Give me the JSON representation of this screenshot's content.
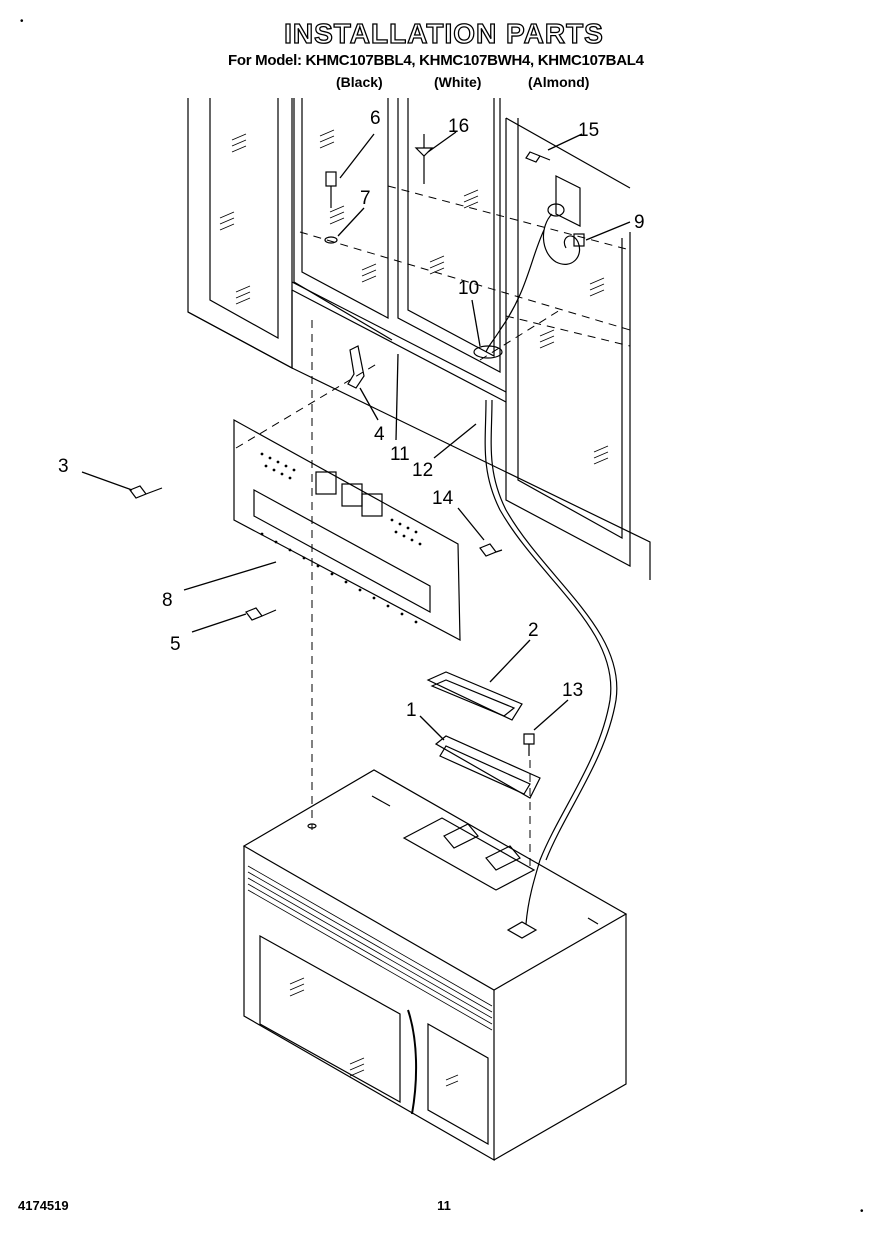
{
  "header": {
    "title": "INSTALLATION PARTS",
    "model_line": "For Model: KHMC107BBL4, KHMC107BWH4, KHMC107BAL4",
    "finishes": [
      "(Black)",
      "(White)",
      "(Almond)"
    ]
  },
  "callouts": [
    "1",
    "2",
    "3",
    "4",
    "5",
    "6",
    "7",
    "8",
    "9",
    "10",
    "11",
    "12",
    "13",
    "14",
    "15",
    "16"
  ],
  "footer": {
    "doc_number": "4174519",
    "page_number": "11"
  }
}
